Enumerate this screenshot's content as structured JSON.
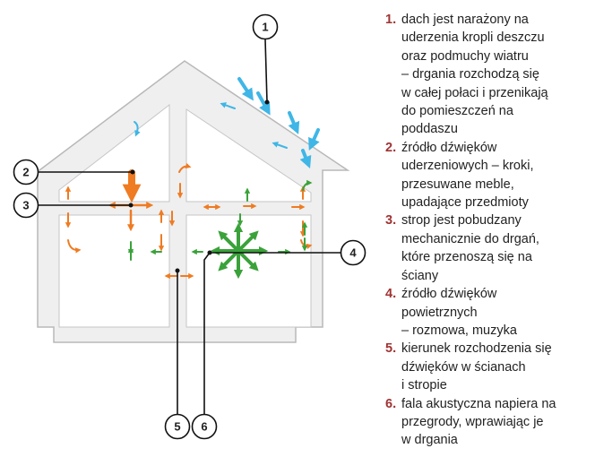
{
  "colors": {
    "wall_fill": "#efefef",
    "wall_stroke": "#b8b8b8",
    "room_fill": "#ffffff",
    "rain": "#3fb6e6",
    "impact": "#ef7b22",
    "airborne": "#3aa23a",
    "callout": "#111111",
    "legend_number": "#a03333"
  },
  "callouts": [
    {
      "number": "1"
    },
    {
      "number": "2"
    },
    {
      "number": "3"
    },
    {
      "number": "4"
    },
    {
      "number": "5"
    },
    {
      "number": "6"
    }
  ],
  "legend": [
    {
      "number": "1.",
      "text": "dach jest narażony na\nuderzenia kropli deszczu\noraz podmuchy wiatru\n– drgania rozchodzą się\nw całej połaci i przenikają\ndo pomieszczeń na\npoddaszu"
    },
    {
      "number": "2.",
      "text": "źródło dźwięków\nuderzeniowych – kroki,\nprzesuwane meble,\nupadające przedmioty"
    },
    {
      "number": "3.",
      "text": "strop jest pobudzany\nmechanicznie do drgań,\nktóre przenoszą się na\nściany"
    },
    {
      "number": "4.",
      "text": "źródło dźwięków\npowietrznych\n– rozmowa, muzyka"
    },
    {
      "number": "5.",
      "text": "kierunek rozchodzenia się\ndźwięków w ścianach\ni stropie"
    },
    {
      "number": "6.",
      "text": "fala akustyczna napiera na\nprzegrody, wprawiając je\nw drgania"
    }
  ]
}
